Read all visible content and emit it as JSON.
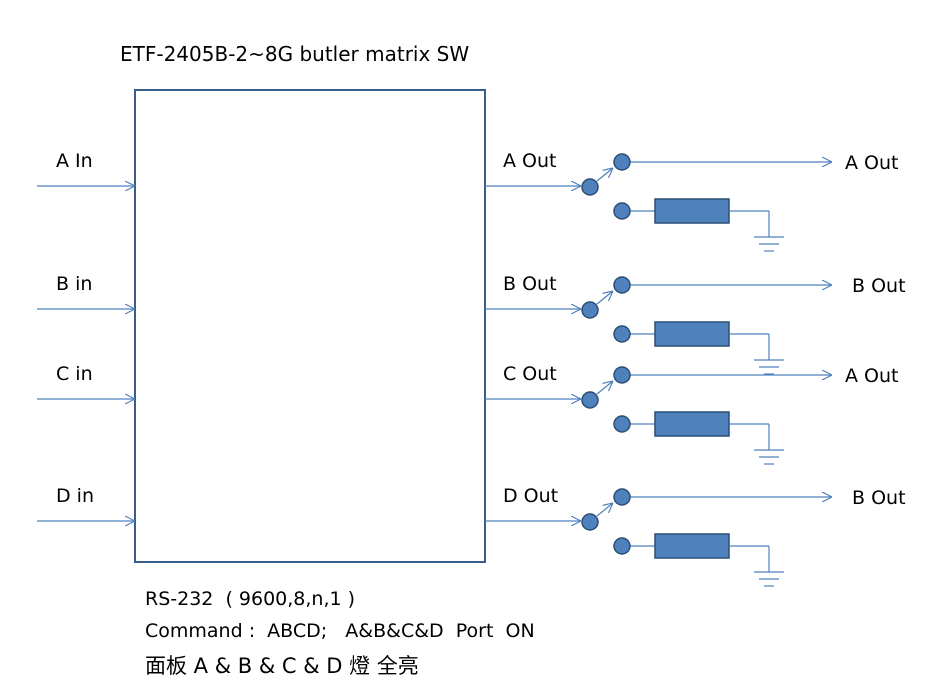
{
  "title": "ETF-2405B-2~8G butler matrix SW",
  "inputs": [
    "A In",
    "B in",
    "C in",
    "D in"
  ],
  "outputs": [
    "A Out",
    "B Out",
    "C Out",
    "D Out"
  ],
  "switch_outputs": [
    "A Out",
    "B Out",
    "A Out",
    "B Out"
  ],
  "notes": {
    "rs232": "RS-232  ( 9600,8,n,1 )",
    "command": "Command :  ABCD;   A&B&C&D  Port  ON",
    "panel": "面板 A & B & C & D 燈 全亮"
  },
  "colors": {
    "line": "#4F81BD",
    "box_border": "#385D8A",
    "resistor_fill": "#4F81BD",
    "resistor_border": "#2C4D75",
    "node_fill": "#4F81BD",
    "node_border": "#2C4D75"
  }
}
